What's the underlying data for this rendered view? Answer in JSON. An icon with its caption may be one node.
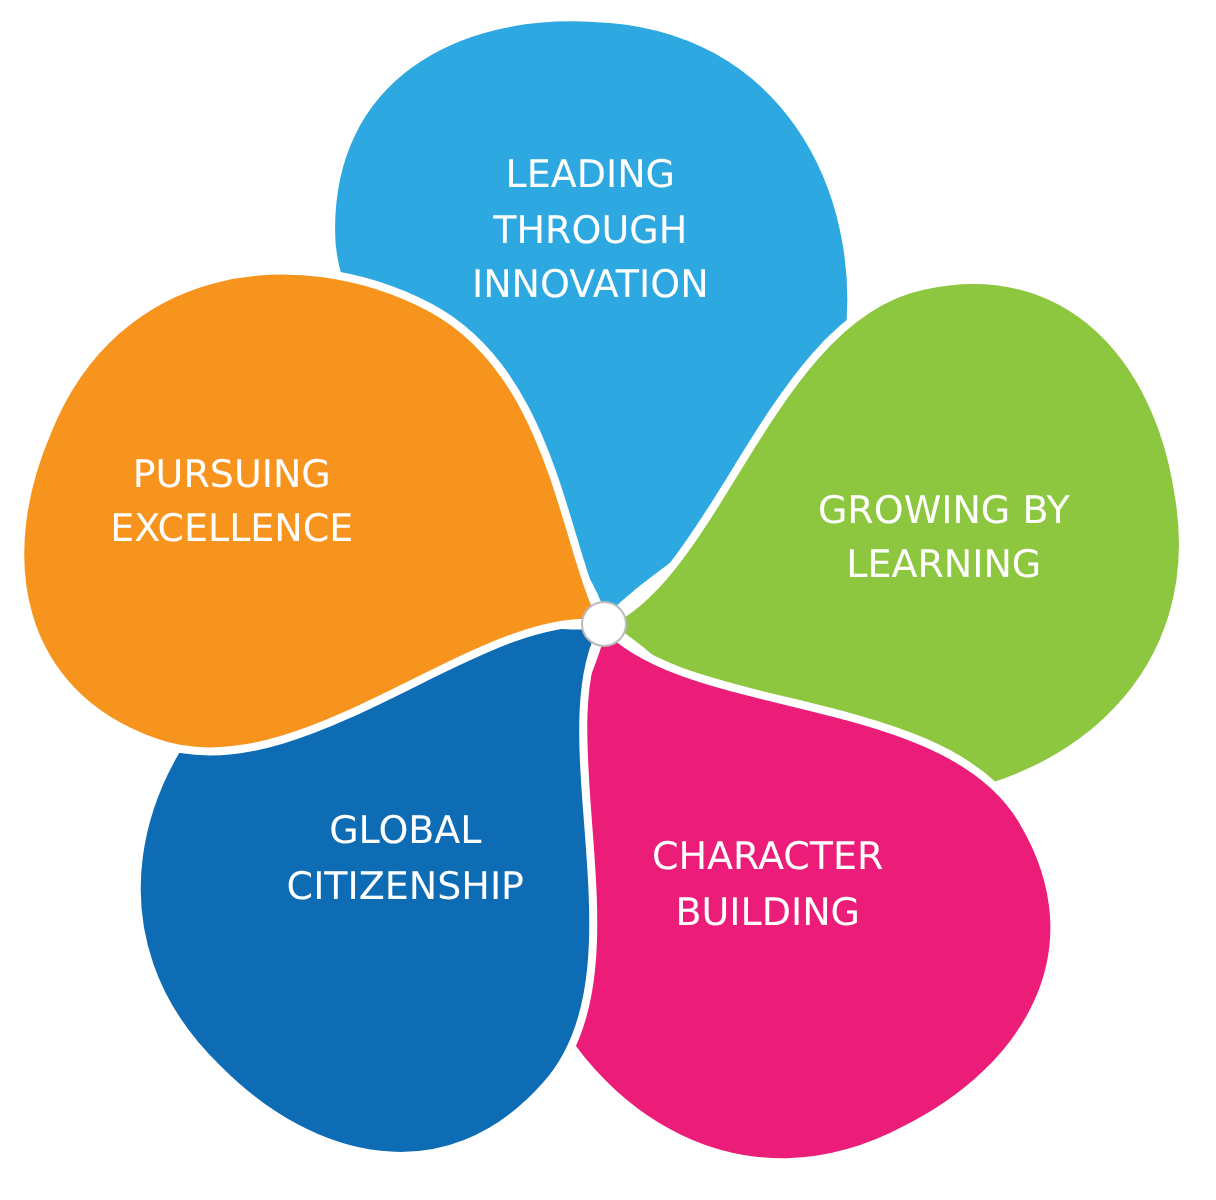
{
  "diagram": {
    "nodes": [
      {
        "text": [
          "LEADING THROUGH INNOVATION"
        ]
      },
      {
        "text": [
          "GROWING BY LEARNING"
        ]
      },
      {
        "text": [
          "CHARACTER BUILDING"
        ]
      },
      {
        "text": [
          "GLOBAL CITIZENSHIP"
        ]
      },
      {
        "text": [
          "PURSUING EXCELLENCE"
        ]
      }
    ]
  }
}
